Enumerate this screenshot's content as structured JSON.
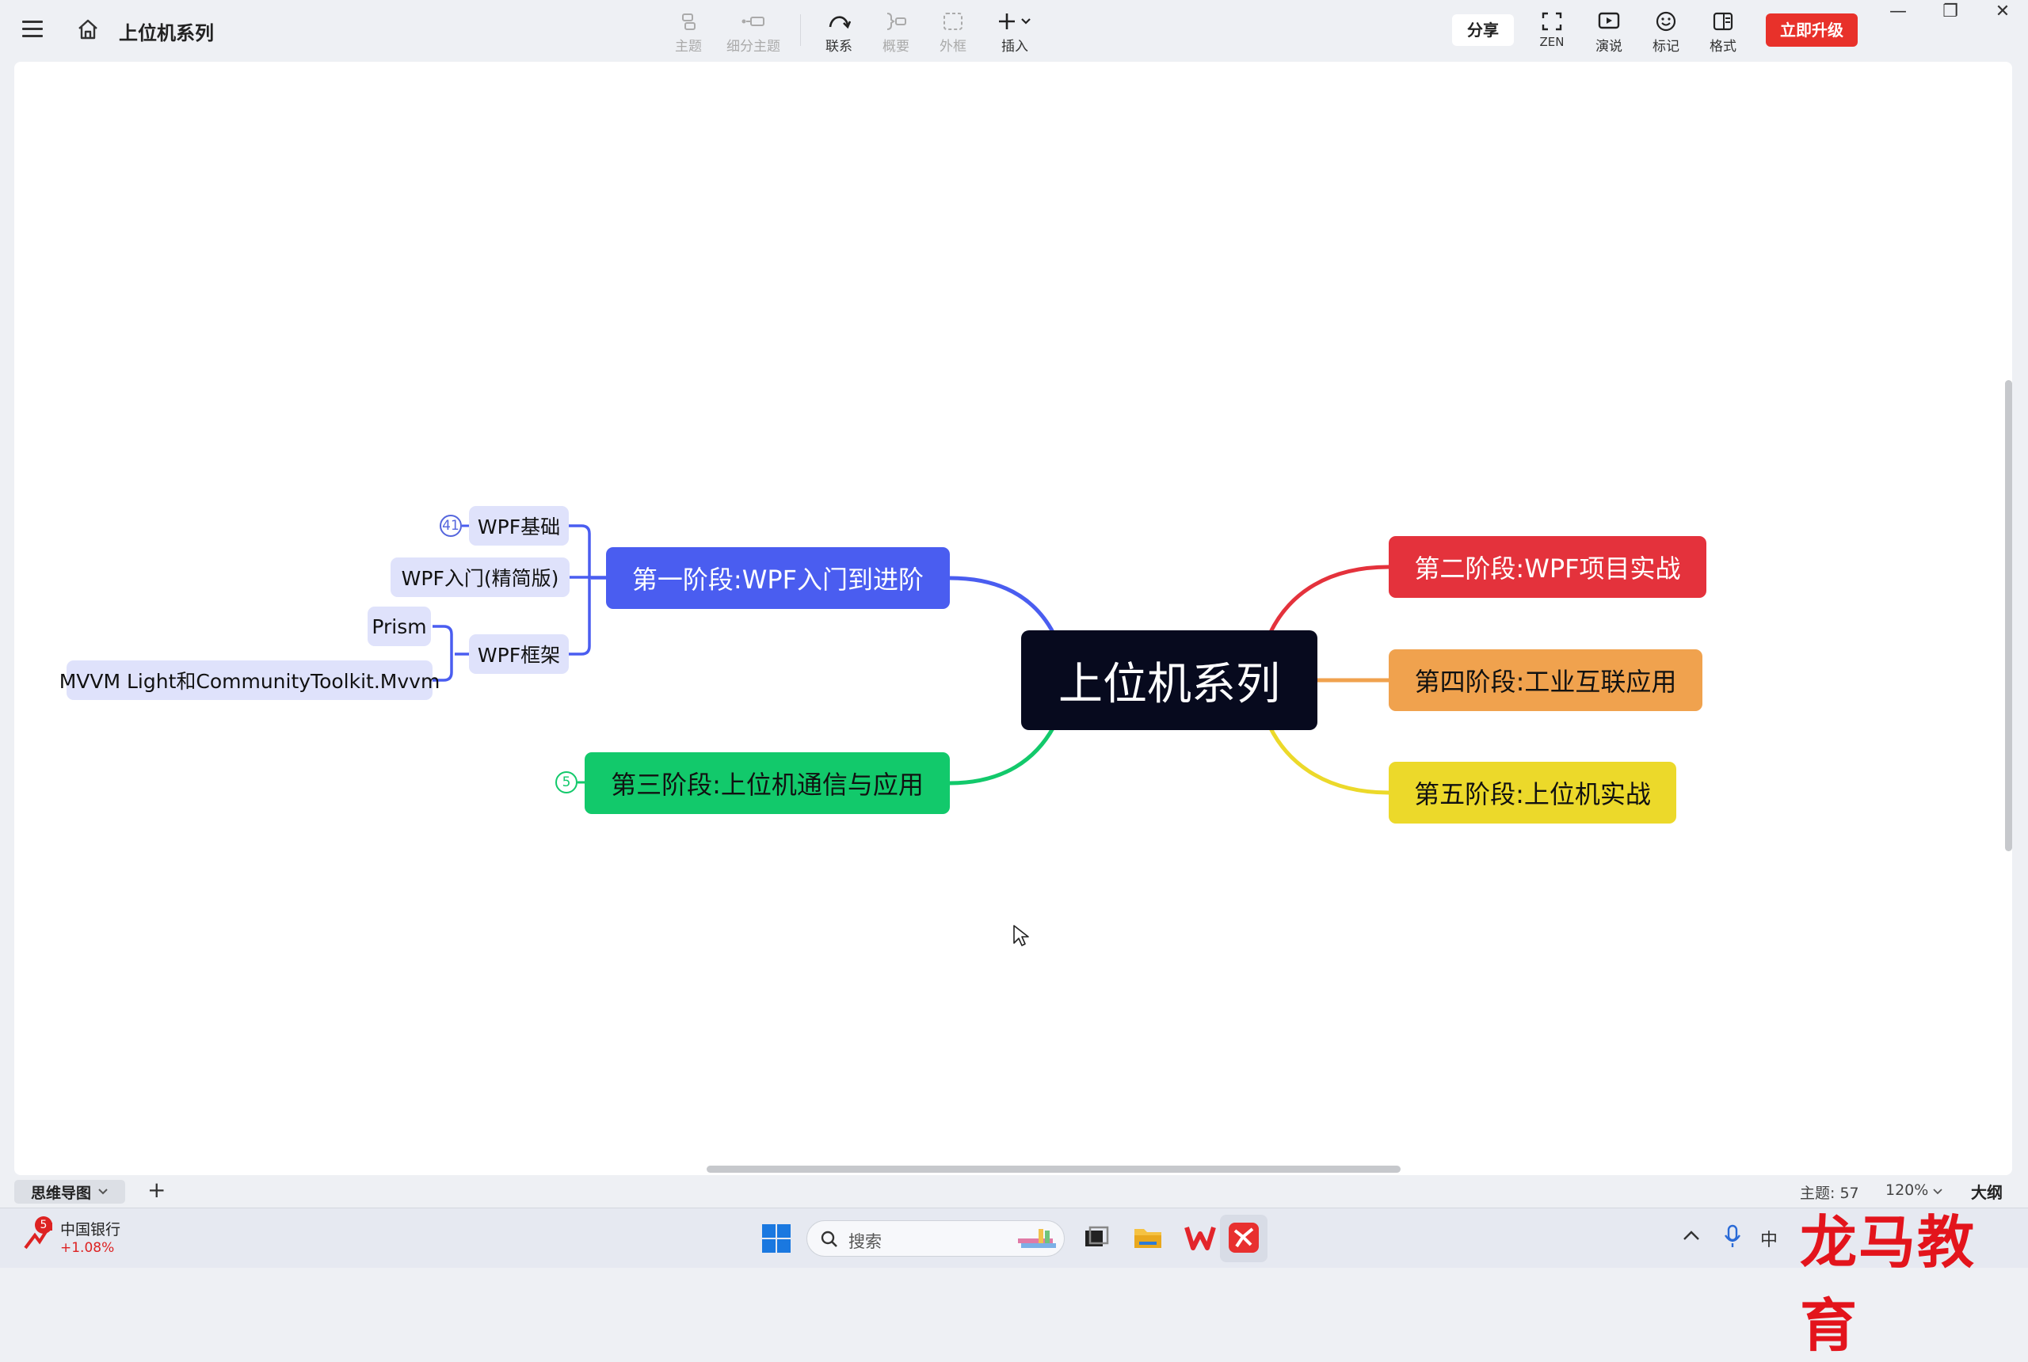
{
  "window": {
    "title": "上位机系列",
    "controls": {
      "minimize": "—",
      "restore": "❐",
      "close": "✕"
    }
  },
  "toolbar": {
    "tools": [
      {
        "id": "topic",
        "label": "主题",
        "icon": "topic-icon",
        "enabled": false
      },
      {
        "id": "subtopic",
        "label": "细分主题",
        "icon": "subtopic-icon",
        "enabled": false
      },
      {
        "id": "relation",
        "label": "联系",
        "icon": "relation-icon",
        "enabled": true
      },
      {
        "id": "summary",
        "label": "概要",
        "icon": "summary-icon",
        "enabled": false
      },
      {
        "id": "boundary",
        "label": "外框",
        "icon": "boundary-icon",
        "enabled": false
      },
      {
        "id": "insert",
        "label": "插入",
        "icon": "insert-icon",
        "enabled": true
      }
    ],
    "share_label": "分享",
    "right_tools": [
      {
        "id": "zen",
        "label": "ZEN",
        "icon": "zen-icon"
      },
      {
        "id": "present",
        "label": "演说",
        "icon": "present-icon"
      },
      {
        "id": "marker",
        "label": "标记",
        "icon": "smiley-icon"
      },
      {
        "id": "format",
        "label": "格式",
        "icon": "format-panel-icon"
      }
    ],
    "upgrade_label": "立即升级"
  },
  "mindmap": {
    "root": "上位机系列",
    "branches": {
      "stage1": {
        "label": "第一阶段:WPF入门到进阶",
        "color": "#4a5df0"
      },
      "stage2": {
        "label": "第二阶段:WPF项目实战",
        "color": "#e4323c"
      },
      "stage3": {
        "label": "第三阶段:上位机通信与应用",
        "color": "#12c96b",
        "collapsed_count": "5"
      },
      "stage4": {
        "label": "第四阶段:工业互联应用",
        "color": "#f0a24e"
      },
      "stage5": {
        "label": "第五阶段:上位机实战",
        "color": "#ecd92a"
      }
    },
    "stage1_children": {
      "basics": {
        "label": "WPF基础",
        "collapsed_count": "41"
      },
      "intro": {
        "label": "WPF入门(精简版)"
      },
      "framework": {
        "label": "WPF框架"
      },
      "prism": {
        "label": "Prism"
      },
      "mvvm": {
        "label": "MVVM Light和CommunityToolkit.Mvvm"
      }
    }
  },
  "bottom": {
    "sheet_tab": "思维导图",
    "add_tab": "+",
    "topic_count": "主题: 57",
    "zoom": "120%",
    "outline": "大纲"
  },
  "taskbar": {
    "stock_badge": "5",
    "stock_name": "中国银行",
    "stock_change": "+1.08%",
    "search_placeholder": "搜索",
    "ime": "中",
    "watermark": "龙马教育"
  }
}
